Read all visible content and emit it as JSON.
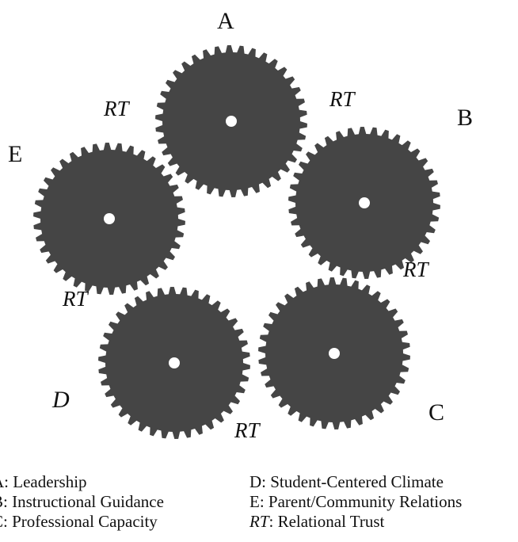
{
  "gears": [
    {
      "id": "A",
      "label": "A"
    },
    {
      "id": "B",
      "label": "B"
    },
    {
      "id": "C",
      "label": "C"
    },
    {
      "id": "D",
      "label": "D"
    },
    {
      "id": "E",
      "label": "E"
    }
  ],
  "connector_label": "RT",
  "colors": {
    "gear": "#454545",
    "hub": "#ffffff",
    "text": "#111111"
  },
  "legend": {
    "left": [
      {
        "key": "A",
        "text": ": Leadership"
      },
      {
        "key": "B",
        "text": ": Instructional Guidance"
      },
      {
        "key": "C",
        "text": ": Professional Capacity"
      }
    ],
    "right": [
      {
        "key": "D",
        "text": ": Student-Centered Climate"
      },
      {
        "key": "E",
        "text": ": Parent/Community Relations"
      },
      {
        "key": "RT",
        "text": ": Relational Trust"
      }
    ]
  }
}
